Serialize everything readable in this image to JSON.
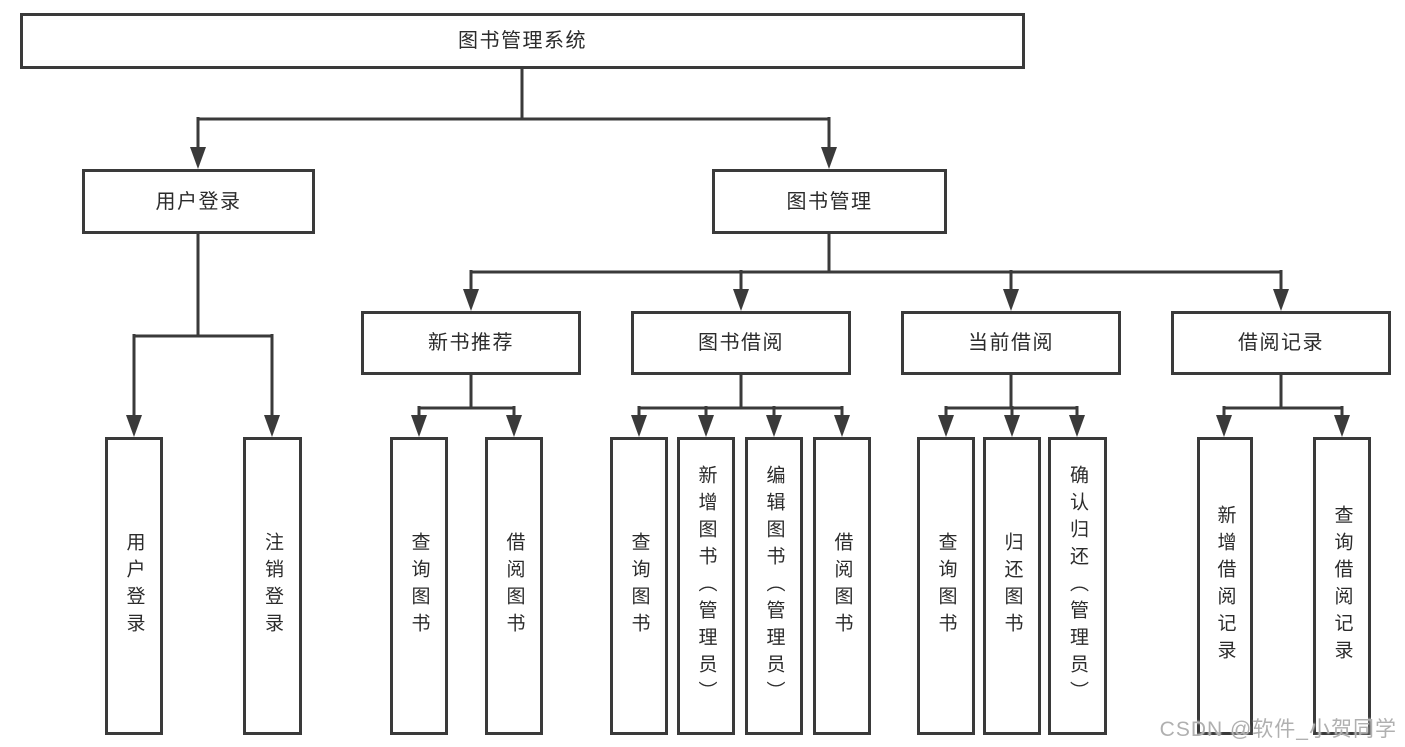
{
  "nodes": {
    "root": "图书管理系统",
    "user_login": "用户登录",
    "book_mgmt": "图书管理",
    "new_books": "新书推荐",
    "book_borrow": "图书借阅",
    "current_borrow": "当前借阅",
    "borrow_records": "借阅记录"
  },
  "leaves": {
    "user_login": [
      "用户登录",
      "注销登录"
    ],
    "new_books": [
      "查询图书",
      "借阅图书"
    ],
    "book_borrow": [
      "查询图书",
      "新增图书（管理员）",
      "编辑图书（管理员）",
      "借阅图书"
    ],
    "current_borrow": [
      "查询图书",
      "归还图书",
      "确认归还（管理员）"
    ],
    "borrow_records": [
      "新增借阅记录",
      "查询借阅记录"
    ]
  },
  "watermark": {
    "text": "CSDN @软件_小贺同学"
  },
  "colors": {
    "line": "#3a3a3a",
    "box_border": "#3a3a3a",
    "box_fill": "#ffffff",
    "text": "#2b2b2b",
    "watermark": "#b0b0b0"
  }
}
